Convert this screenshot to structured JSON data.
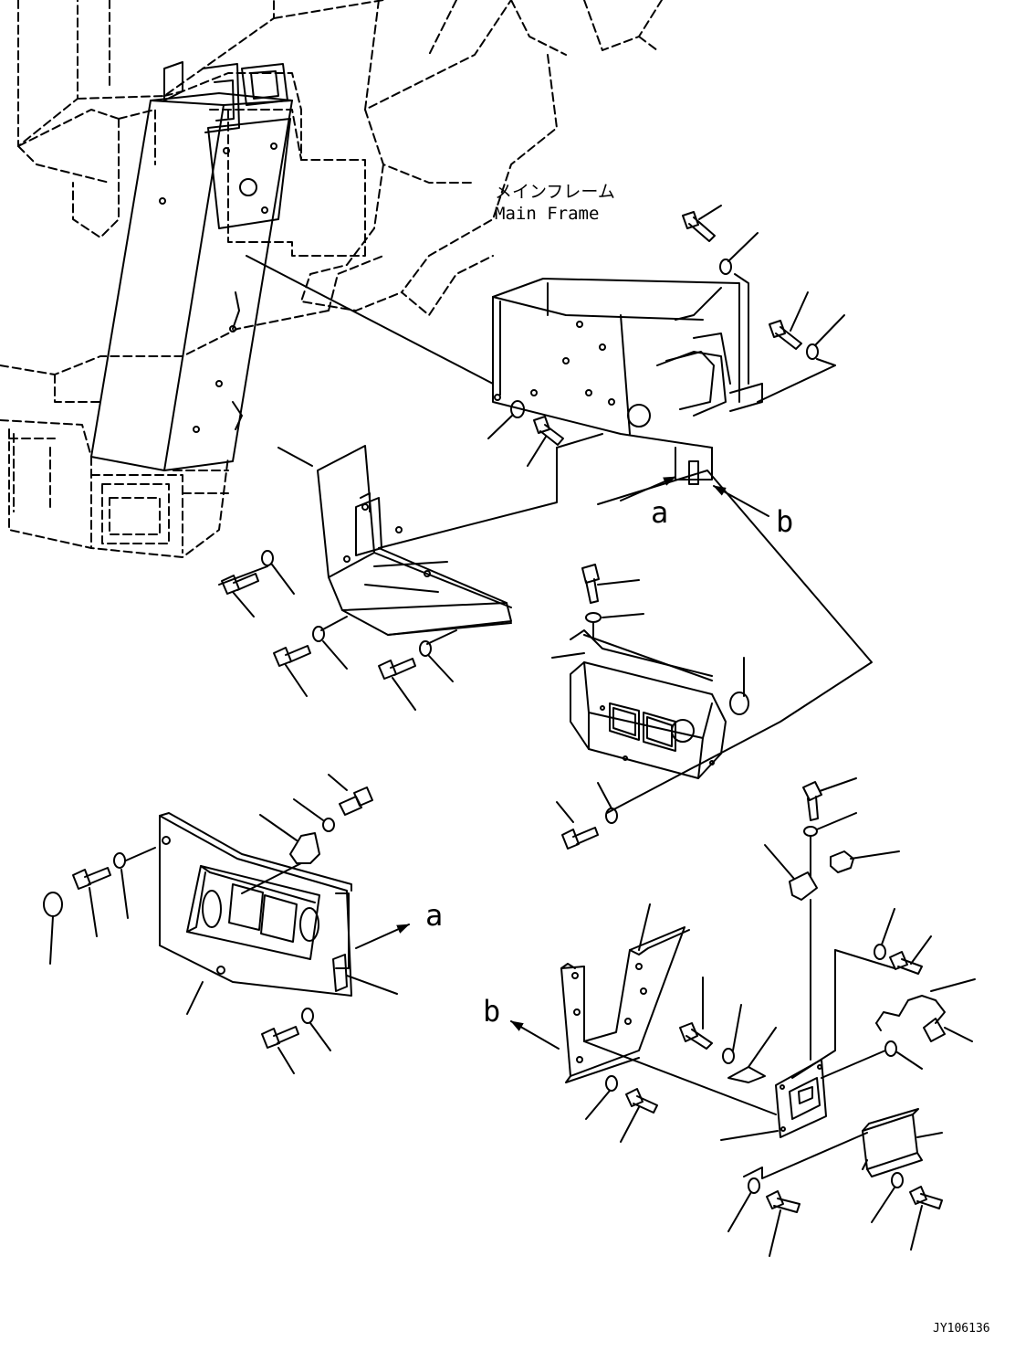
{
  "diagram": {
    "main_frame_label_jp": "メインフレーム",
    "main_frame_label_en": "Main Frame",
    "callouts": {
      "a_upper": "a",
      "b_upper": "b",
      "a_lower": "a",
      "b_lower": "b"
    },
    "drawing_id": "JY106136"
  }
}
